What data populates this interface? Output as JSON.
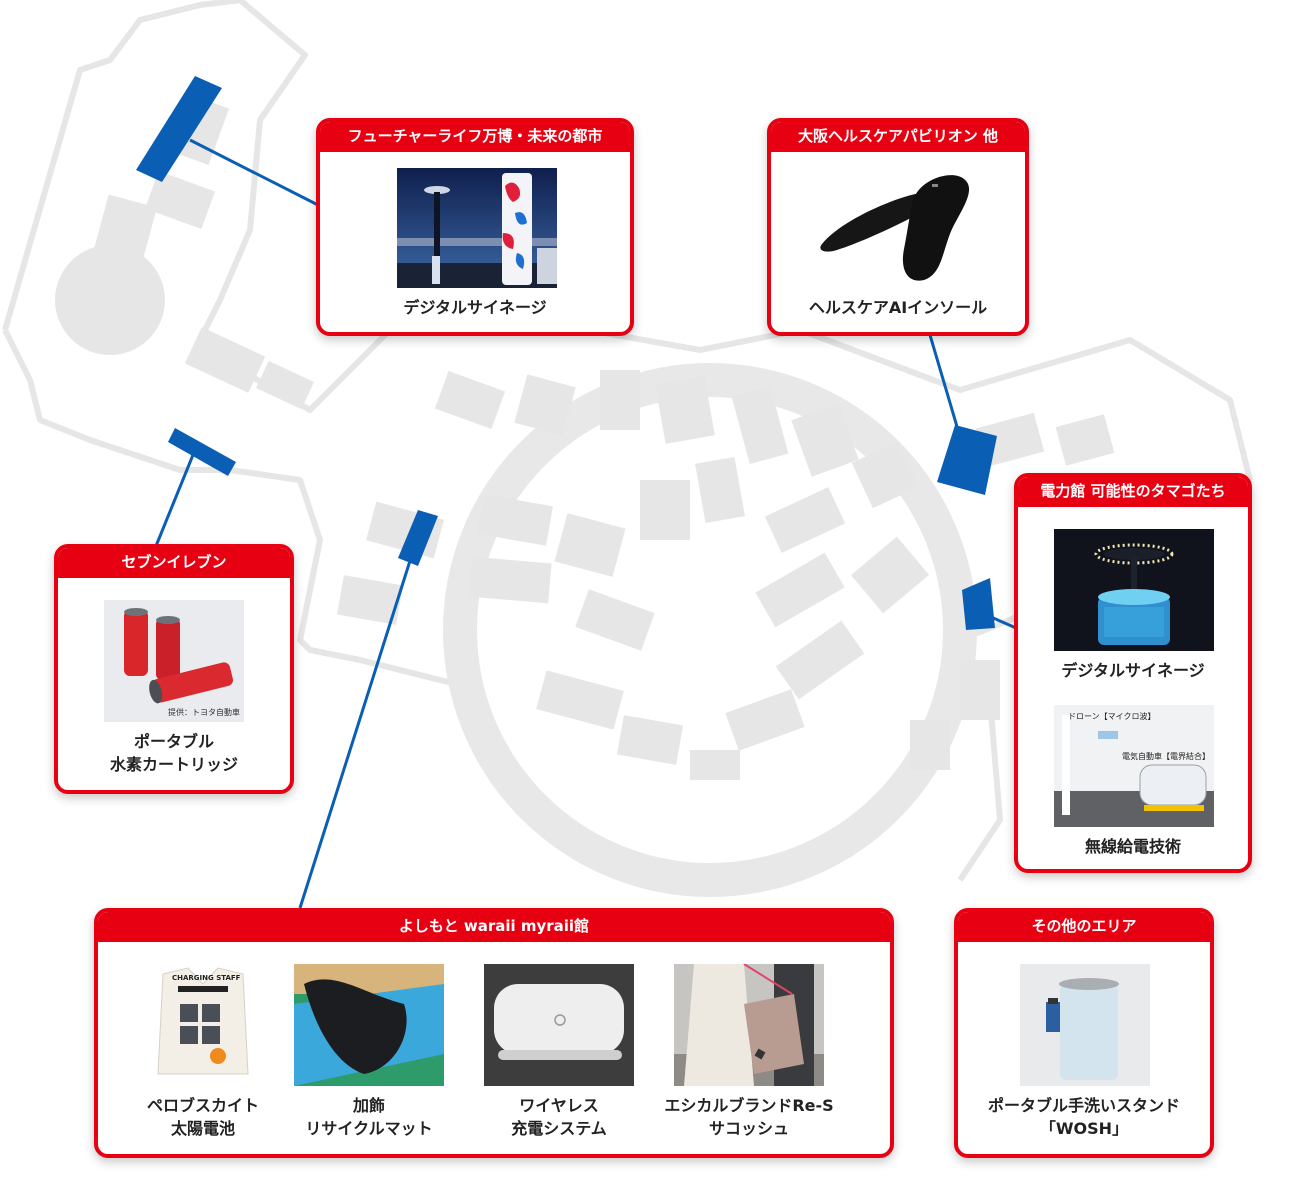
{
  "colors": {
    "accent_red": "#e60012",
    "marker_blue": "#0a5fb4",
    "map_gray": "#e6e6e6"
  },
  "cards": {
    "future_life": {
      "title": "フューチャーライフ万博・未来の都市",
      "items": [
        {
          "caption": "デジタルサイネージ"
        }
      ]
    },
    "osaka_health": {
      "title": "大阪ヘルスケアパビリオン 他",
      "items": [
        {
          "caption": "ヘルスケアAIインソール"
        }
      ]
    },
    "seven_eleven": {
      "title": "セブンイレブン",
      "items": [
        {
          "caption_line1": "ポータブル",
          "caption_line2": "水素カートリッジ",
          "photo_credit": "提供：トヨタ自動車"
        }
      ]
    },
    "denryokukan": {
      "title": "電力館 可能性のタマゴたち",
      "items": [
        {
          "caption": "デジタルサイネージ"
        },
        {
          "caption": "無線給電技術",
          "diagram_label1": "ドローン【マイクロ波】",
          "diagram_label2": "電気自動車【電界結合】"
        }
      ]
    },
    "yoshimoto": {
      "title": "よしもと waraii myraii館",
      "items": [
        {
          "caption_line1": "ペロブスカイト",
          "caption_line2": "太陽電池",
          "vest_label": "CHARGING STAFF"
        },
        {
          "caption_line1": "加飾",
          "caption_line2": "リサイクルマット"
        },
        {
          "caption_line1": "ワイヤレス",
          "caption_line2": "充電システム"
        },
        {
          "caption_line1": "エシカルブランドRe-S",
          "caption_line2": "サコッシュ"
        }
      ]
    },
    "other_area": {
      "title": "その他のエリア",
      "items": [
        {
          "caption_line1": "ポータブル手洗いスタンド",
          "caption_line2": "「WOSH」"
        }
      ]
    }
  }
}
